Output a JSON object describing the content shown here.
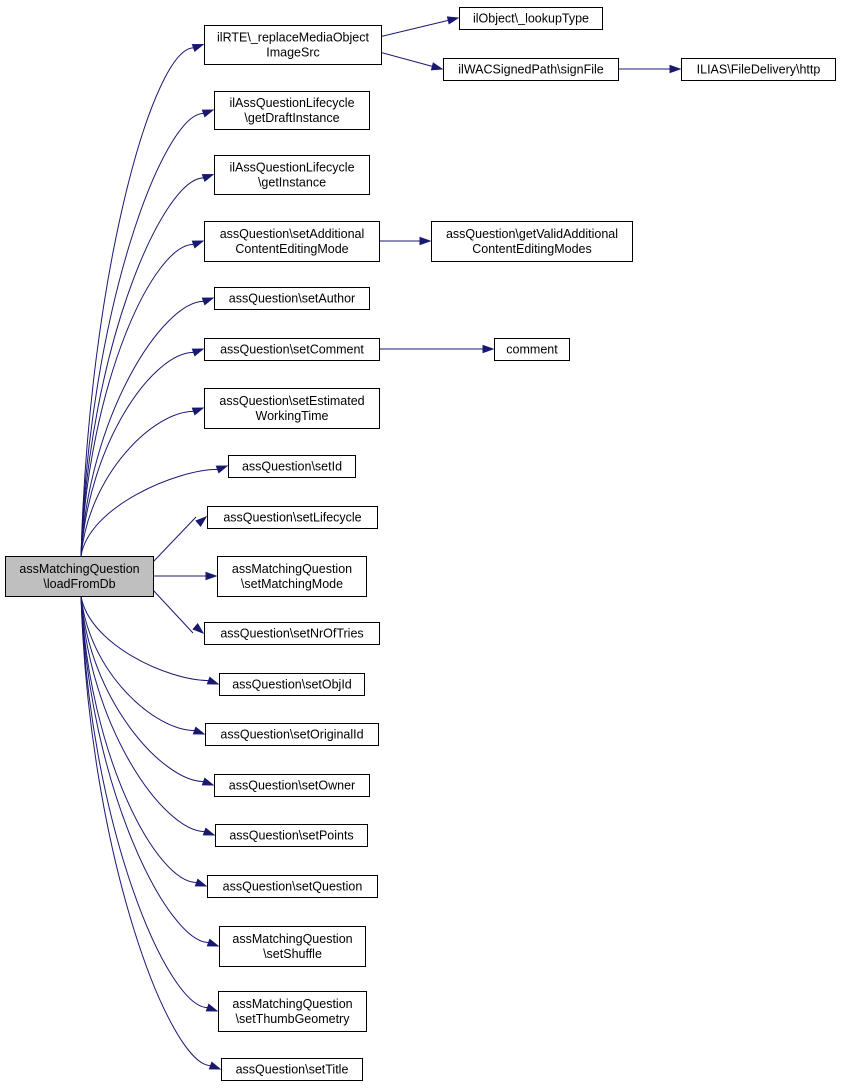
{
  "graph": {
    "nodes": [
      {
        "id": "root",
        "lines": [
          "assMatchingQuestion",
          "\\loadFromDb"
        ]
      },
      {
        "id": "rte",
        "lines": [
          "ilRTE\\_replaceMediaObject",
          "ImageSrc"
        ]
      },
      {
        "id": "lookup",
        "lines": [
          "ilObject\\_lookupType"
        ]
      },
      {
        "id": "sign",
        "lines": [
          "ilWACSignedPath\\signFile"
        ]
      },
      {
        "id": "http",
        "lines": [
          "ILIAS\\FileDelivery\\http"
        ]
      },
      {
        "id": "draft",
        "lines": [
          "ilAssQuestionLifecycle",
          "\\getDraftInstance"
        ]
      },
      {
        "id": "getinst",
        "lines": [
          "ilAssQuestionLifecycle",
          "\\getInstance"
        ]
      },
      {
        "id": "addmode",
        "lines": [
          "assQuestion\\setAdditional",
          "ContentEditingMode"
        ]
      },
      {
        "id": "validmodes",
        "lines": [
          "assQuestion\\getValidAdditional",
          "ContentEditingModes"
        ]
      },
      {
        "id": "author",
        "lines": [
          "assQuestion\\setAuthor"
        ]
      },
      {
        "id": "scomment",
        "lines": [
          "assQuestion\\setComment"
        ]
      },
      {
        "id": "comment",
        "lines": [
          "comment"
        ]
      },
      {
        "id": "est",
        "lines": [
          "assQuestion\\setEstimated",
          "WorkingTime"
        ]
      },
      {
        "id": "setid",
        "lines": [
          "assQuestion\\setId"
        ]
      },
      {
        "id": "lifecycle",
        "lines": [
          "assQuestion\\setLifecycle"
        ]
      },
      {
        "id": "matchmode",
        "lines": [
          "assMatchingQuestion",
          "\\setMatchingMode"
        ]
      },
      {
        "id": "tries",
        "lines": [
          "assQuestion\\setNrOfTries"
        ]
      },
      {
        "id": "objid",
        "lines": [
          "assQuestion\\setObjId"
        ]
      },
      {
        "id": "origid",
        "lines": [
          "assQuestion\\setOriginalId"
        ]
      },
      {
        "id": "owner",
        "lines": [
          "assQuestion\\setOwner"
        ]
      },
      {
        "id": "points",
        "lines": [
          "assQuestion\\setPoints"
        ]
      },
      {
        "id": "question",
        "lines": [
          "assQuestion\\setQuestion"
        ]
      },
      {
        "id": "shuffle",
        "lines": [
          "assMatchingQuestion",
          "\\setShuffle"
        ]
      },
      {
        "id": "thumb",
        "lines": [
          "assMatchingQuestion",
          "\\setThumbGeometry"
        ]
      },
      {
        "id": "title",
        "lines": [
          "assQuestion\\setTitle"
        ]
      }
    ],
    "edges": [
      [
        "root",
        "rte"
      ],
      [
        "root",
        "draft"
      ],
      [
        "root",
        "getinst"
      ],
      [
        "root",
        "addmode"
      ],
      [
        "root",
        "author"
      ],
      [
        "root",
        "scomment"
      ],
      [
        "root",
        "est"
      ],
      [
        "root",
        "setid"
      ],
      [
        "root",
        "lifecycle"
      ],
      [
        "root",
        "matchmode"
      ],
      [
        "root",
        "tries"
      ],
      [
        "root",
        "objid"
      ],
      [
        "root",
        "origid"
      ],
      [
        "root",
        "owner"
      ],
      [
        "root",
        "points"
      ],
      [
        "root",
        "question"
      ],
      [
        "root",
        "shuffle"
      ],
      [
        "root",
        "thumb"
      ],
      [
        "root",
        "title"
      ],
      [
        "rte",
        "lookup"
      ],
      [
        "rte",
        "sign"
      ],
      [
        "sign",
        "http"
      ],
      [
        "addmode",
        "validmodes"
      ],
      [
        "scomment",
        "comment"
      ]
    ],
    "colors": {
      "edge": "#191970",
      "root_fill": "#bfbfbf",
      "node_fill": "#ffffff",
      "border": "#000000"
    }
  }
}
